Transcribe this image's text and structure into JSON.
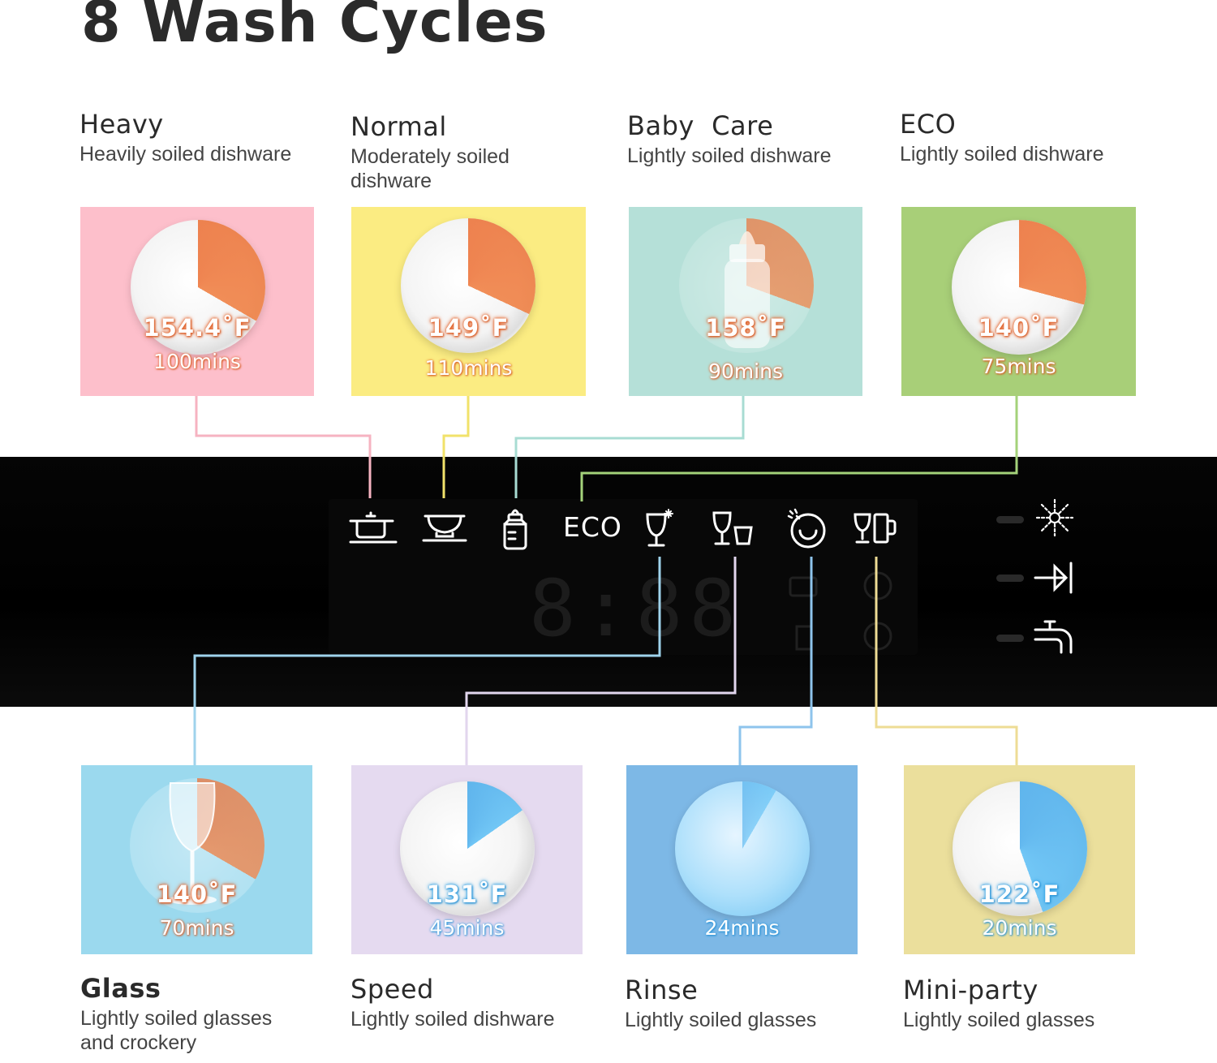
{
  "title": "8 Wash Cycles",
  "top_cycles": [
    {
      "name": "Heavy",
      "desc": "Heavily soiled dishware",
      "temp": "154.4˚F",
      "time": "100mins",
      "card_color": "#fdbfcb",
      "line_color": "#f6b3c1"
    },
    {
      "name": "Normal",
      "desc": "Moderately soiled dishware",
      "temp": "149˚F",
      "time": "110mins",
      "card_color": "#fbec82",
      "line_color": "#f1e26a"
    },
    {
      "name": "Baby  Care",
      "desc": "Lightly soiled dishware",
      "temp": "158˚F",
      "time": "90mins",
      "card_color": "#b5e0d8",
      "line_color": "#a8dcd3"
    },
    {
      "name": "ECO",
      "desc": "Lightly soiled dishware",
      "temp": "140˚F",
      "time": "75mins",
      "card_color": "#a8cf78",
      "line_color": "#a4d27a"
    }
  ],
  "bottom_cycles": [
    {
      "name": "Glass",
      "desc": "Lightly soiled glasses and crockery",
      "temp": "140˚F",
      "time": "70mins",
      "card_color": "#9bd9ee",
      "line_color": "#9fd3ec"
    },
    {
      "name": "Speed",
      "desc": "Lightly soiled dishware",
      "temp": "131˚F",
      "time": "45mins",
      "card_color": "#e5daf0",
      "line_color": "#e2d6ee"
    },
    {
      "name": "Rinse",
      "desc": "Lightly soiled glasses",
      "temp": "",
      "time": "24mins",
      "card_color": "#7db8e6",
      "line_color": "#8ec4ec"
    },
    {
      "name": "Mini-party",
      "desc": "Lightly soiled glasses",
      "temp": "122˚F",
      "time": "20mins",
      "card_color": "#ebdf9c",
      "line_color": "#eedc95"
    }
  ],
  "panel": {
    "eco_label": "ECO",
    "display_digits": "8:88",
    "icons": [
      "pot-icon",
      "bowl-icon",
      "baby-bottle-icon",
      "eco-label",
      "glass-sparkle-icon",
      "speed-glass-cup-icon",
      "rinse-spray-icon",
      "mini-party-glasses-icon"
    ],
    "side_icons": [
      "sparkle-icon",
      "delay-start-icon",
      "water-tap-icon"
    ]
  }
}
